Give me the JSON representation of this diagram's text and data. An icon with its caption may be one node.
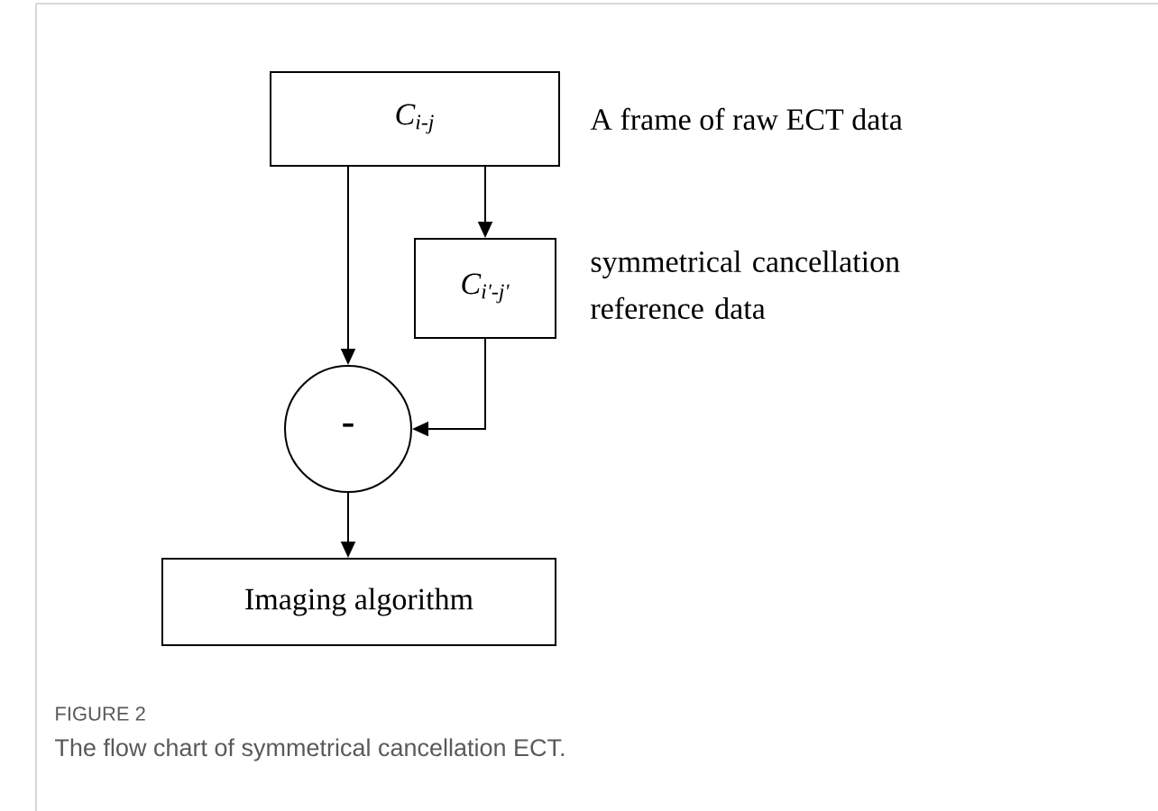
{
  "diagram": {
    "caption": "The flow chart of symmetrical cancellation ECT.",
    "nodes": [
      {
        "text": [
          "C$_{i-j}$"
        ],
        "beside": [
          "A frame of raw ECT data"
        ]
      },
      {
        "text": [
          "C$_{i'-j'}$"
        ],
        "beside": [
          "symmetrical cancellation reference data"
        ]
      },
      {
        "text": [
          "-"
        ]
      },
      {
        "text": [
          "Imaging algorithm"
        ]
      }
    ],
    "edges": [
      {
        "from": 0,
        "to": 2,
        "arrow": "to"
      },
      {
        "from": 0,
        "to": 1,
        "arrow": "to"
      },
      {
        "from": 1,
        "to": 2,
        "arrow": "to"
      },
      {
        "from": 2,
        "to": 3,
        "arrow": "to"
      }
    ],
    "labels": [
      "FIGURE 2"
    ]
  }
}
